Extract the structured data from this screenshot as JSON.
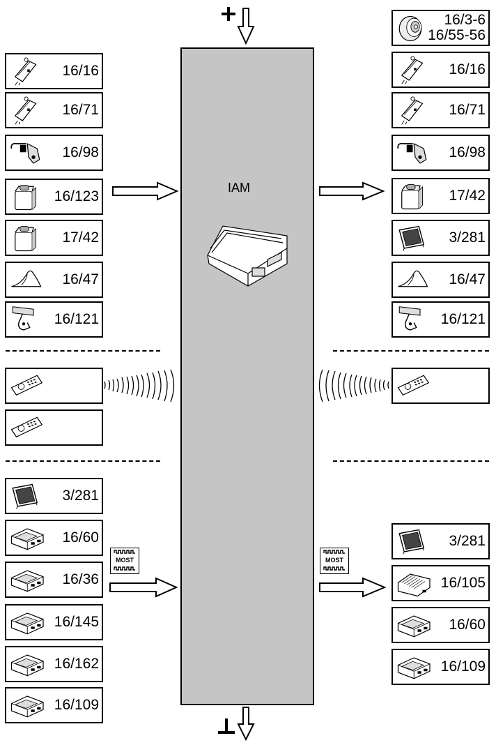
{
  "central": {
    "label": "IAM"
  },
  "bus": {
    "label": "MOST"
  },
  "left_inputs": [
    {
      "label": "16/16",
      "icon": "antenna-module-icon"
    },
    {
      "label": "16/71",
      "icon": "antenna-module-icon"
    },
    {
      "label": "16/98",
      "icon": "cable-connector-icon"
    },
    {
      "label": "16/123",
      "icon": "microphone-module-icon"
    },
    {
      "label": "17/42",
      "icon": "microphone-module-icon"
    },
    {
      "label": "16/47",
      "icon": "roof-antenna-icon"
    },
    {
      "label": "16/121",
      "icon": "window-antenna-icon"
    }
  ],
  "right_outputs": [
    {
      "label": "16/3-6\n16/55-56",
      "icon": "speaker-icon"
    },
    {
      "label": "16/16",
      "icon": "antenna-module-icon"
    },
    {
      "label": "16/71",
      "icon": "antenna-module-icon"
    },
    {
      "label": "16/98",
      "icon": "cable-connector-icon"
    },
    {
      "label": "17/42",
      "icon": "microphone-module-icon"
    },
    {
      "label": "3/281",
      "icon": "display-icon"
    },
    {
      "label": "16/47",
      "icon": "roof-antenna-icon"
    },
    {
      "label": "16/121",
      "icon": "window-antenna-icon"
    }
  ],
  "left_remotes": [
    {
      "icon": "remote-control-icon"
    },
    {
      "icon": "remote-control-icon"
    }
  ],
  "right_remotes": [
    {
      "icon": "remote-control-icon"
    }
  ],
  "left_most": [
    {
      "label": "3/281",
      "icon": "display-icon"
    },
    {
      "label": "16/60",
      "icon": "control-unit-icon"
    },
    {
      "label": "16/36",
      "icon": "control-unit-icon"
    },
    {
      "label": "16/145",
      "icon": "control-unit-icon"
    },
    {
      "label": "16/162",
      "icon": "control-unit-icon"
    },
    {
      "label": "16/109",
      "icon": "control-unit-icon"
    }
  ],
  "right_most": [
    {
      "label": "3/281",
      "icon": "display-icon"
    },
    {
      "label": "16/105",
      "icon": "amplifier-icon"
    },
    {
      "label": "16/60",
      "icon": "control-unit-icon"
    },
    {
      "label": "16/109",
      "icon": "control-unit-icon"
    }
  ]
}
